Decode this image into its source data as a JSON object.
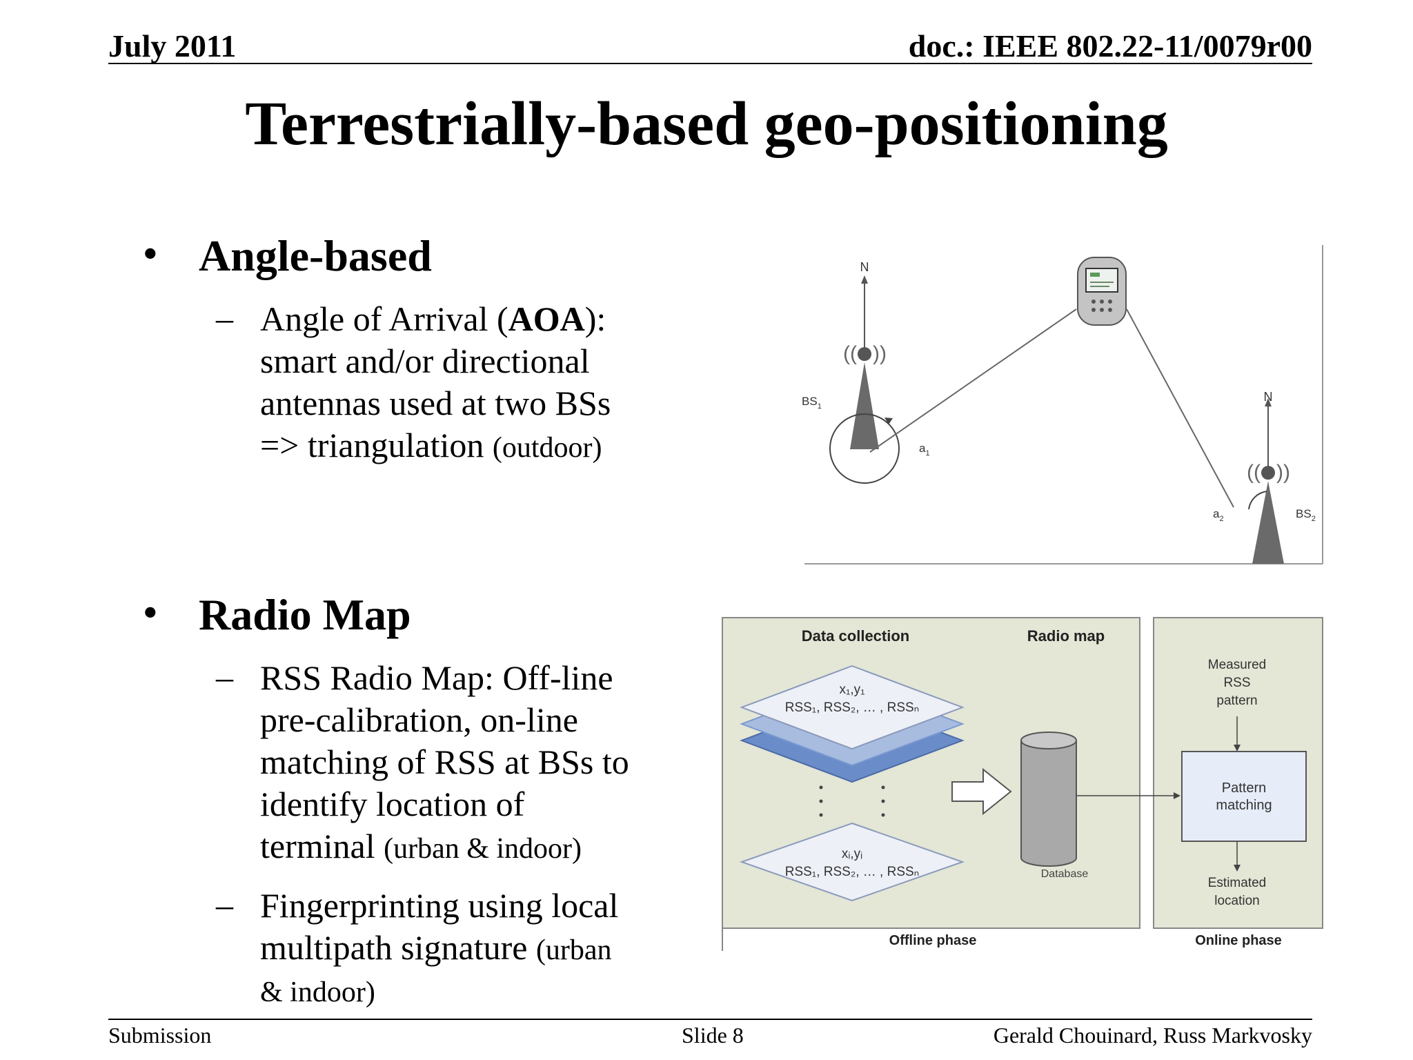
{
  "header": {
    "date": "July 2011",
    "doc": "doc.: IEEE 802.22-11/0079r00"
  },
  "title": "Terrestrially-based geo-positioning",
  "bullets": {
    "angle": {
      "label": "Angle-based",
      "dash": "–",
      "aoa_pre": "Angle of Arrival (",
      "aoa_bold": "AOA",
      "aoa_post": "):",
      "line2": "smart and/or directional",
      "line3": "antennas used at two BSs",
      "line4": "=> triangulation",
      "line4_small": "(outdoor)"
    },
    "radio": {
      "label": "Radio Map",
      "dash": "–",
      "line1": "RSS Radio Map: Off-line",
      "line2": "pre-calibration, on-line",
      "line3": "matching of RSS at BSs to",
      "line4": "identify location of",
      "line5": "terminal",
      "line5_small": "(urban & indoor)",
      "fp_line1": "Fingerprinting using local",
      "fp_line2": "multipath signature",
      "fp_line2_small": "(urban",
      "fp_line3": "& indoor)"
    },
    "bullet_symbol": "•"
  },
  "diagram_aoa": {
    "north": "N",
    "bs1": "BS",
    "bs1_sub": "1",
    "bs2": "BS",
    "bs2_sub": "2",
    "a1": "a",
    "a1_sub": "1",
    "a2": "a",
    "a2_sub": "2",
    "wave_left": "((",
    "wave_right": "))"
  },
  "diagram_radio": {
    "data_collection": "Data collection",
    "radio_map": "Radio map",
    "top_xy": "x₁,y₁",
    "top_rss": "RSS₁, RSS₂, … , RSSₙ",
    "bottom_xy": "xᵢ,yᵢ",
    "bottom_rss": "RSS₁, RSS₂, … , RSSₙ",
    "database": "Database",
    "measured_1": "Measured",
    "measured_2": "RSS",
    "measured_3": "pattern",
    "pattern_1": "Pattern",
    "pattern_2": "matching",
    "estimated_1": "Estimated",
    "estimated_2": "location",
    "offline": "Offline phase",
    "online": "Online phase",
    "colors": {
      "panel": "#e4e6d6",
      "layer_light": "#eef0f8",
      "layer_mid": "#a8bce0",
      "layer_dark": "#6a8cc8",
      "box": "#e6ecf8"
    }
  },
  "footer": {
    "left": "Submission",
    "center": "Slide 8",
    "right": "Gerald Chouinard, Russ Markvosky"
  }
}
